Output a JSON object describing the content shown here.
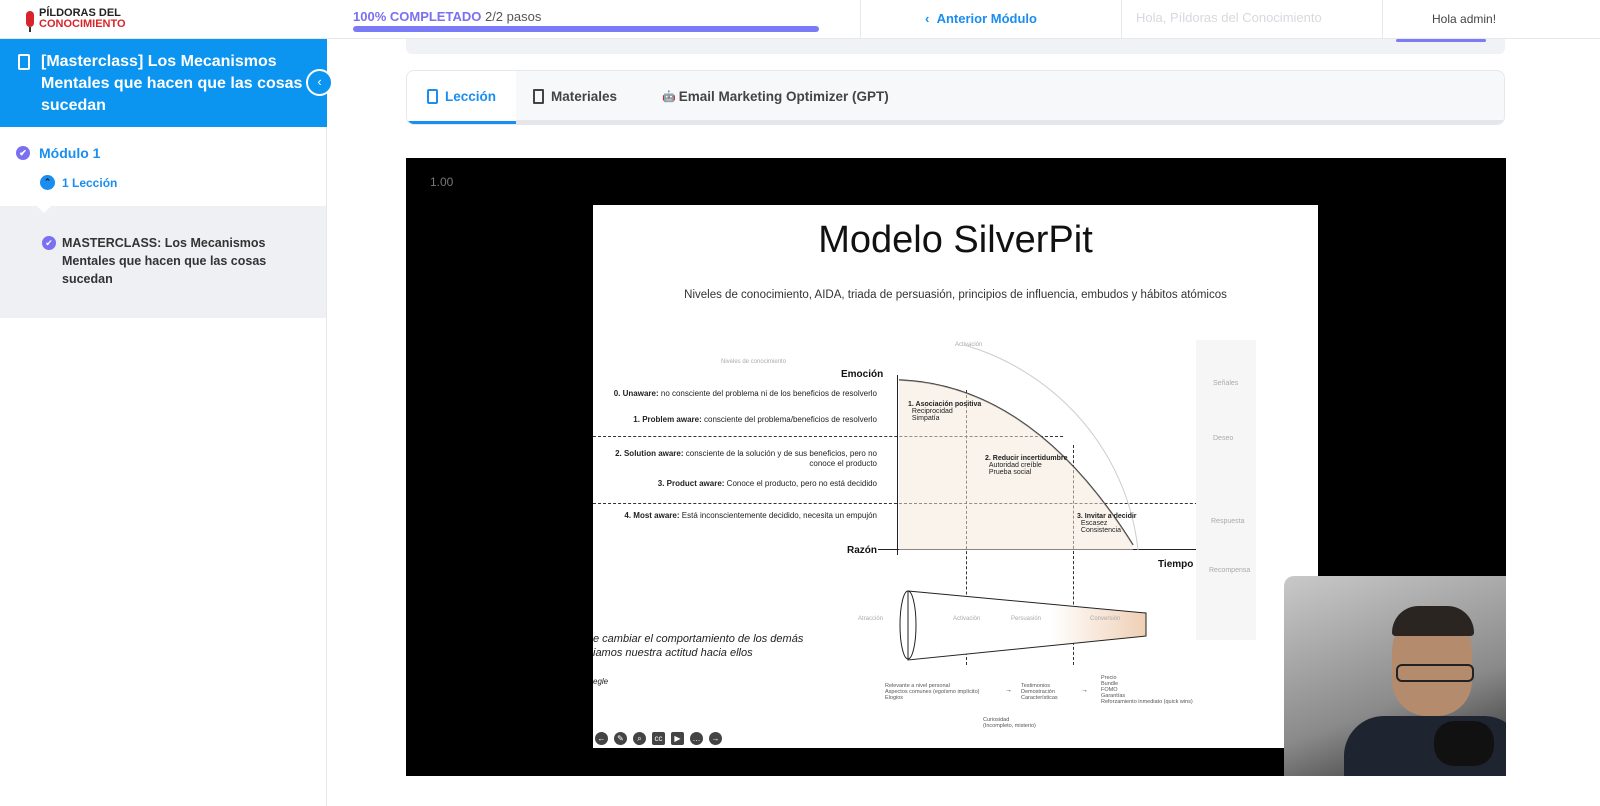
{
  "header": {
    "logo_line1": "PÍLDORAS DEL",
    "logo_line2": "CONOCIMIENTO",
    "progress_label": "100% COMPLETADO",
    "progress_steps": "2/2 pasos",
    "progress_percent": 100,
    "prev_module": "Anterior Módulo",
    "greeting_bg": "Hola, Píldoras del Conocimiento",
    "greeting": "Hola admin!"
  },
  "sidebar": {
    "course_title": "[Masterclass] Los Mecanismos Mentales que hacen que las cosas sucedan",
    "module": "Módulo 1",
    "lessons_count": "1 Lección",
    "lesson": "MASTERCLASS: Los Mecanismos Mentales que hacen que las cosas sucedan"
  },
  "tabs": [
    {
      "label": "Lección"
    },
    {
      "label": "Materiales"
    },
    {
      "label": "Email Marketing Optimizer (GPT)"
    }
  ],
  "video": {
    "speed": "1.00",
    "slide": {
      "title": "Modelo SilverPit",
      "subtitle": "Niveles de conocimiento, AIDA, triada de persuasión, principios de influencia, embudos y hábitos atómicos",
      "niveles_label": "Niveles de conocimiento",
      "activacion": "Activación",
      "emocion": "Emoción",
      "razon": "Razón",
      "tiempo": "Tiempo",
      "levels": [
        {
          "bold": "0. Unaware:",
          "text": " no consciente del problema ni de los beneficios de resolverlo"
        },
        {
          "bold": "1. Problem aware:",
          "text": " consciente del problema/beneficios de resolverlo"
        },
        {
          "bold": "2. Solution aware:",
          "text": " consciente de la solución y de sus beneficios, pero no conoce el producto"
        },
        {
          "bold": "3. Product aware:",
          "text": " Conoce el producto, pero no está decidido"
        },
        {
          "bold": "4. Most aware:",
          "text": " Está inconscientemente decidido, necesita un empujón"
        }
      ],
      "steps": [
        {
          "title": "1. Asociación positiva",
          "l1": "Reciprocidad",
          "l2": "Simpatía"
        },
        {
          "title": "2. Reducir incertidumbre",
          "l1": "Autoridad creíble",
          "l2": "Prueba social"
        },
        {
          "title": "3. Invitar a decidir",
          "l1": "Escasez",
          "l2": "Consistencia"
        }
      ],
      "aida": [
        "Señales",
        "Deseo",
        "Respuesta",
        "Recompensa"
      ],
      "funnel": [
        "Atracción",
        "Activación",
        "Persuasión",
        "Conversión"
      ],
      "quote1": "e cambiar el comportamiento de los demás",
      "quote2": "iamos nuestra actitud hacia ellos",
      "author": "egle",
      "col1": "Relevante a nivel personal\nAspectos comunes (egoísmo implícito)\nElogios",
      "col2": "Testimonios\nDemostración\nCaracterísticas",
      "col3": "Precio\nBundle\nFOMO\nGarantías\nReforzamiento inmediato (quick wins)",
      "col4": "Curiosidad\n(Incompleto, misterio)"
    }
  }
}
